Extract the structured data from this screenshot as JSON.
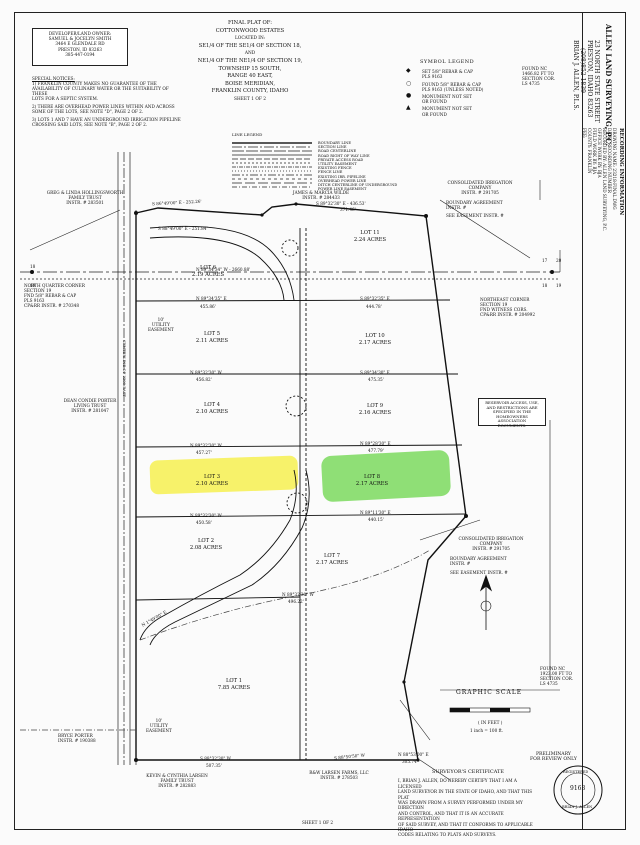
{
  "title": {
    "line1": "FINAL PLAT OF:",
    "line2": "COTTONWOOD ESTATES",
    "line3": "LOCATED IN:",
    "line4": "SE1/4 OF THE SE1/4 OF SECTION 18,",
    "line5": "AND",
    "line6": "NE1/4 OF THE NE1/4 OF SECTION 19,",
    "line7": "TOWNSHIP 15 SOUTH,",
    "line8": "RANGE 40 EAST,",
    "line9": "BOISE MERIDIAN,",
    "line10": "FRANKLIN COUNTY, IDAHO",
    "sheet": "SHEET 1 OF 2"
  },
  "owner_box": {
    "header": "DEVELOPER/LAND OWNER:",
    "name": "SAMUEL & JOCELYN SMITH",
    "addr1": "3464 E GLENDALE RD",
    "addr2": "PRESTON, ID 83263",
    "phone": "385-447-0194"
  },
  "notices": {
    "header": "SPECIAL NOTICES:",
    "n1a": "1) FRANKLIN COUNTY MAKES NO GUARANTEE OF THE",
    "n1b": "AVAILABILITY OF CULINARY WATER OR THE SUITABILITY OF THESE",
    "n1c": "LOTS FOR A SEPTIC SYSTEM.",
    "n2a": "2) THERE ARE OVERHEAD POWER LINES WITHIN AND ACROSS",
    "n2b": "SOME OF THE LOTS, SEE NOTE \"D\", PAGE 2 OF 2.",
    "n3a": "3) LOTS 1 AND 7 HAVE AN UNDERGROUND IRRIGATION PIPELINE",
    "n3b": "CROSSING SAID LOTS, SEE NOTE \"B\", PAGE 2 OF 2."
  },
  "symbol_legend": {
    "header": "SYMBOL LEGEND",
    "s1a": "SET 5/8\" REBAR & CAP",
    "s1b": "PLS 9163",
    "s2a": "FOUND 5/8\" REBAR & CAP",
    "s2b": "PLS 9163 (UNLESS NOTED)",
    "s3a": "MONUMENT NOT SET",
    "s3b": "OR FOUND",
    "s4a": "MONUMENT NOT SET",
    "s4b": "OR FOUND"
  },
  "line_legend": {
    "header": "LINE LEGEND",
    "items": [
      "BOUNDARY LINE",
      "SECTION LINE",
      "ROAD CENTERLINE",
      "ROAD RIGHT OF WAY LINE",
      "PRIVATE ACCESS ROAD",
      "UTILITY EASEMENT",
      "EXISTING FENCE",
      "FENCE LINE",
      "EXISTING IRR. PIPELINE",
      "OVERHEAD POWER LINE",
      "DITCH CENTERLINE OF UNDERGROUND",
      "POWER LINE EASEMENT"
    ]
  },
  "surveyor": {
    "firm": "ALLEN LAND SURVEYING, P.C.",
    "addr1": "23 NORTH STATE STREET",
    "addr2": "PRESTON, IDAHO 83263",
    "phone": "(208)852-1839",
    "name": "BRIAN J. ALLEN, P.L.S."
  },
  "recording": {
    "header": "RECORDING INFORMATION",
    "items": [
      "DRAWING NAME: 23218-FINAL.DWG",
      "DATE: RECORDING NUMBER",
      "RECORDED BY: ALLEN LAND SURVEYING, P.C.",
      "OFFICE WORK BY: BJA",
      "FIELD WORK BY: BJA",
      "COUNTY: FRANKLIN",
      "FEE:"
    ]
  },
  "lots": [
    {
      "name": "LOT 6",
      "area": "2.19 ACRES"
    },
    {
      "name": "LOT 11",
      "area": "2.24 ACRES"
    },
    {
      "name": "LOT 5",
      "area": "2.11 ACRES"
    },
    {
      "name": "LOT 10",
      "area": "2.17 ACRES"
    },
    {
      "name": "LOT 4",
      "area": "2.10 ACRES"
    },
    {
      "name": "LOT 9",
      "area": "2.16 ACRES"
    },
    {
      "name": "LOT 3",
      "area": "2.10 ACRES"
    },
    {
      "name": "LOT 8",
      "area": "2.17 ACRES"
    },
    {
      "name": "LOT 2",
      "area": "2.08 ACRES"
    },
    {
      "name": "LOT 7",
      "area": "2.17 ACRES"
    },
    {
      "name": "LOT 1",
      "area": "7.85 ACRES"
    }
  ],
  "bearings": {
    "b1": "S 86°49'00\" E - 252.26'",
    "b2": "S 88°49'00\" E - 251.84'",
    "b3": "S 89°32'30\" E - 436.53'",
    "b4": "371.46'",
    "b5": "N 89°34'34\" W - 2660.88'",
    "b6": "N 89°34'35\" E",
    "b7": "455.86'",
    "b8": "S 89°32'35\" E",
    "b9": "444.78'",
    "b10": "N 89°32'30\" W",
    "b11": "456.82'",
    "b12": "S 89°34'30\" E",
    "b13": "475.35'",
    "b14": "N 89°32'30\" W",
    "b15": "457.27'",
    "b16": "N 89°28'30\" E",
    "b17": "477.79'",
    "b18": "N 89°32'30\" W",
    "b19": "450.58'",
    "b20": "N 89°11'30\" E",
    "b21": "440.15'",
    "b22": "N 89°32'30\" W",
    "b23": "496.22'",
    "b24": "S 88°32'30\" W",
    "b25": "507.35'",
    "b26": "N 88°53'00\" E",
    "b27": "305.74'",
    "b28": "N 1°49'00\" E",
    "b29": "S 88°50'50\" W"
  },
  "labels": {
    "hollingsworth": "GREG & LINDA HOLLINGSWORTH",
    "hollingsworth2": "FAMILY TRUST",
    "hollingsworth3": "INSTR. # 283501",
    "wilde": "JAMES & MARCIA WILDE",
    "wilde2": "INSTR. # 284433",
    "irrig1": "CONSOLIDATED IRRIGATION",
    "irrig1b": "COMPANY",
    "irrig1c": "INSTR. # 291705",
    "boundary1": "BOUNDARY AGREEMENT",
    "boundary1b": "INSTR. #",
    "easement1": "SEE EASEMENT INSTR. #",
    "nquarter": "NORTH QUARTER CORNER",
    "nquarter2": "SECTION 19",
    "nquarter3": "FND 5/8\" REBAR & CAP",
    "nquarter4": "PLS 9163",
    "nquarter5": "CP&RR INSTR. # 270348",
    "necorner": "NORTHEAST CORNER",
    "necorner2": "SECTION 19",
    "necorner3": "FND WITNESS CORS.",
    "necorner4": "CP&RR INSTR. # 204992",
    "porter": "DEAN CONDIE PORTER",
    "porter2": "LIVING TRUST",
    "porter3": "INSTR. # 281047",
    "reservoir": "RESERVOIR ACCESS, USE,",
    "reservoir2": "AND RESTRICTIONS ARE",
    "reservoir3": "SPECIFIED IN THE",
    "reservoir4": "HOMEOWNERS ASSOCIATION",
    "reservoir5": "DOCUMENTS.",
    "irrig2": "CONSOLIDATED IRRIGATION",
    "irrig2b": "COMPANY",
    "irrig2c": "INSTR. # 291705",
    "boundary2": "BOUNDARY AGREEMENT",
    "boundary2b": "INSTR. #",
    "easement2": "SEE EASEMENT INSTR. #",
    "utility1": "10'",
    "utility1b": "UTILITY",
    "utility1c": "EASEMENT",
    "utility2": "10'",
    "utility2b": "UTILITY",
    "utility2c": "EASEMENT",
    "road": "CENTERLINE OF 2200 EAST",
    "porter_bryce": "BRYCE PORTER",
    "porter_bryce2": "INSTR. # 190388",
    "larsen": "KEVIN & CYNTHIA LARSEN",
    "larsen2": "FAMILY TRUST",
    "larsen3": "INSTR. # 282883",
    "rw": "R&W LARSEN FARMS, LLC",
    "rw2": "INSTR. # 278503",
    "found1": "FOUND NC",
    "found1b": "1466.82 FT TO",
    "found1c": "SECTION COR.",
    "found1d": "LS 4735",
    "found2": "FOUND NC",
    "found2b": "1923.00 FT TO",
    "found2c": "SECTION COR.",
    "found2d": "LS 4735",
    "graphic": "GRAPHIC SCALE",
    "graphic2": "( IN FEET )",
    "graphic3": "1 inch = 100 ft.",
    "prelim": "PRELIMINARY",
    "prelim2": "FOR REVIEW ONLY",
    "cert_header": "SURVEYOR'S CERTIFICATE",
    "cert1": "I, BRIAN J. ALLEN, DO HEREBY CERTIFY THAT I AM A LICENSED",
    "cert2": "LAND SURVEYOR IN THE STATE OF IDAHO, AND THAT THIS PLAT",
    "cert3": "WAS DRAWN FROM A SURVEY PERFORMED UNDER MY DIRECTION",
    "cert4": "AND CONTROL, AND THAT IT IS AN ACCURATE REPRESENTATION",
    "cert5": "OF SAID SURVEY, AND THAT IT CONFORMS TO APPLICABLE IDAHO",
    "cert6": "CODES RELATING TO PLATS AND SURVEYS.",
    "seal_num": "9163",
    "seal_top": "REGISTERED",
    "seal_bottom": "BRIAN J. ALLEN",
    "footer": "SHEET 1 OF 2",
    "ne_num1": "17",
    "ne_num2": "20",
    "ne_num3": "18",
    "ne_num4": "19",
    "nw_num1": "18",
    "nw_num2": "19"
  }
}
